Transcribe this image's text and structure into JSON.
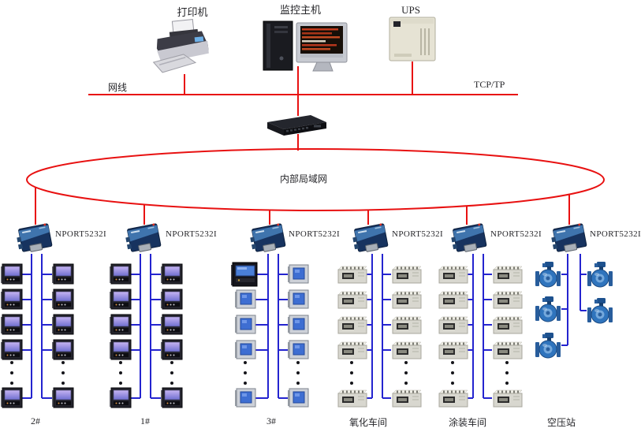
{
  "diagram": {
    "colors": {
      "network_line": "#e81111",
      "device_bus_line": "#2424cf",
      "text": "#26262a"
    },
    "top_devices": [
      {
        "label": "打印机",
        "icon": "printer-icon"
      },
      {
        "label": "监控主机",
        "icon": "monitor-host-icon"
      },
      {
        "label": "UPS",
        "icon": "ups-icon"
      }
    ],
    "network": {
      "cable_label": "网线",
      "protocol_label": "TCP/TP",
      "lan_label": "内部局域网",
      "switch_icon": "ethernet-switch-icon"
    },
    "branches": [
      {
        "nport_label": "NPORT5232I",
        "group_label": "2#",
        "meter_type": "panel-meter",
        "left_visible": 4,
        "right_visible": 4,
        "left_bottom": 1,
        "right_bottom": 1,
        "continuation_dots": true,
        "first_meter_large": false
      },
      {
        "nport_label": "NPORT5232I",
        "group_label": "1#",
        "meter_type": "panel-meter",
        "left_visible": 4,
        "right_visible": 4,
        "left_bottom": 1,
        "right_bottom": 1,
        "continuation_dots": true,
        "first_meter_large": false
      },
      {
        "nport_label": "NPORT5232I",
        "group_label": "3#",
        "meter_type": "panel-meter-alt",
        "left_visible": 4,
        "right_visible": 4,
        "left_bottom": 1,
        "right_bottom": 1,
        "continuation_dots": true,
        "first_meter_large": true
      },
      {
        "nport_label": "NPORT5232I",
        "group_label": "氧化车间",
        "meter_type": "din-meter",
        "left_visible": 4,
        "right_visible": 4,
        "left_bottom": 1,
        "right_bottom": 1,
        "continuation_dots": true,
        "first_meter_large": false
      },
      {
        "nport_label": "NPORT5232I",
        "group_label": "涂装车间",
        "meter_type": "din-meter",
        "left_visible": 4,
        "right_visible": 4,
        "left_bottom": 1,
        "right_bottom": 1,
        "continuation_dots": true,
        "first_meter_large": false
      },
      {
        "nport_label": "NPORT5232I",
        "group_label": "空压站",
        "meter_type": "flowmeter",
        "left_visible": 3,
        "right_visible": 2,
        "left_bottom": 0,
        "right_bottom": 0,
        "continuation_dots": false,
        "first_meter_large": false
      }
    ]
  }
}
